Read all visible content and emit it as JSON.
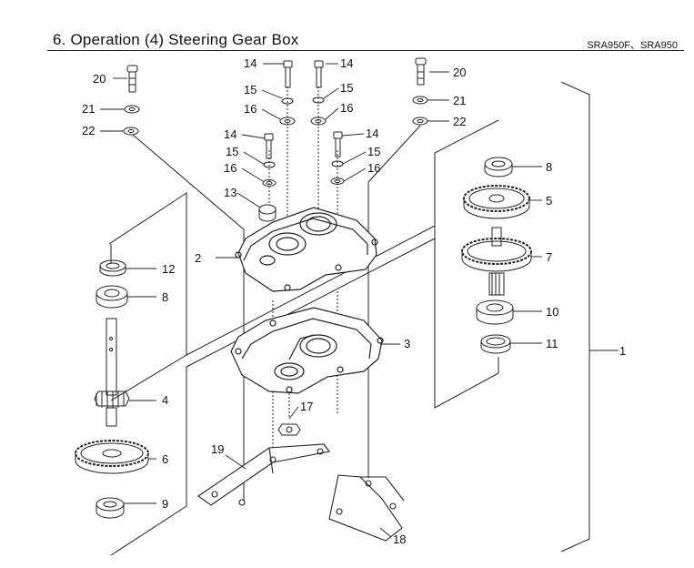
{
  "header": {
    "title": "6. Operation (4) Steering Gear Box",
    "models": "SRA950F、SRA950"
  },
  "callouts": {
    "c1": "1",
    "c2": "2",
    "c3": "3",
    "c4": "4",
    "c5": "5",
    "c6": "6",
    "c7": "7",
    "c8": "8",
    "c9": "9",
    "c10": "10",
    "c11": "11",
    "c12": "12",
    "c13": "13",
    "c14": "14",
    "c15": "15",
    "c16": "16",
    "c17": "17",
    "c18": "18",
    "c19": "19",
    "c20": "20",
    "c21": "21",
    "c22": "22"
  }
}
